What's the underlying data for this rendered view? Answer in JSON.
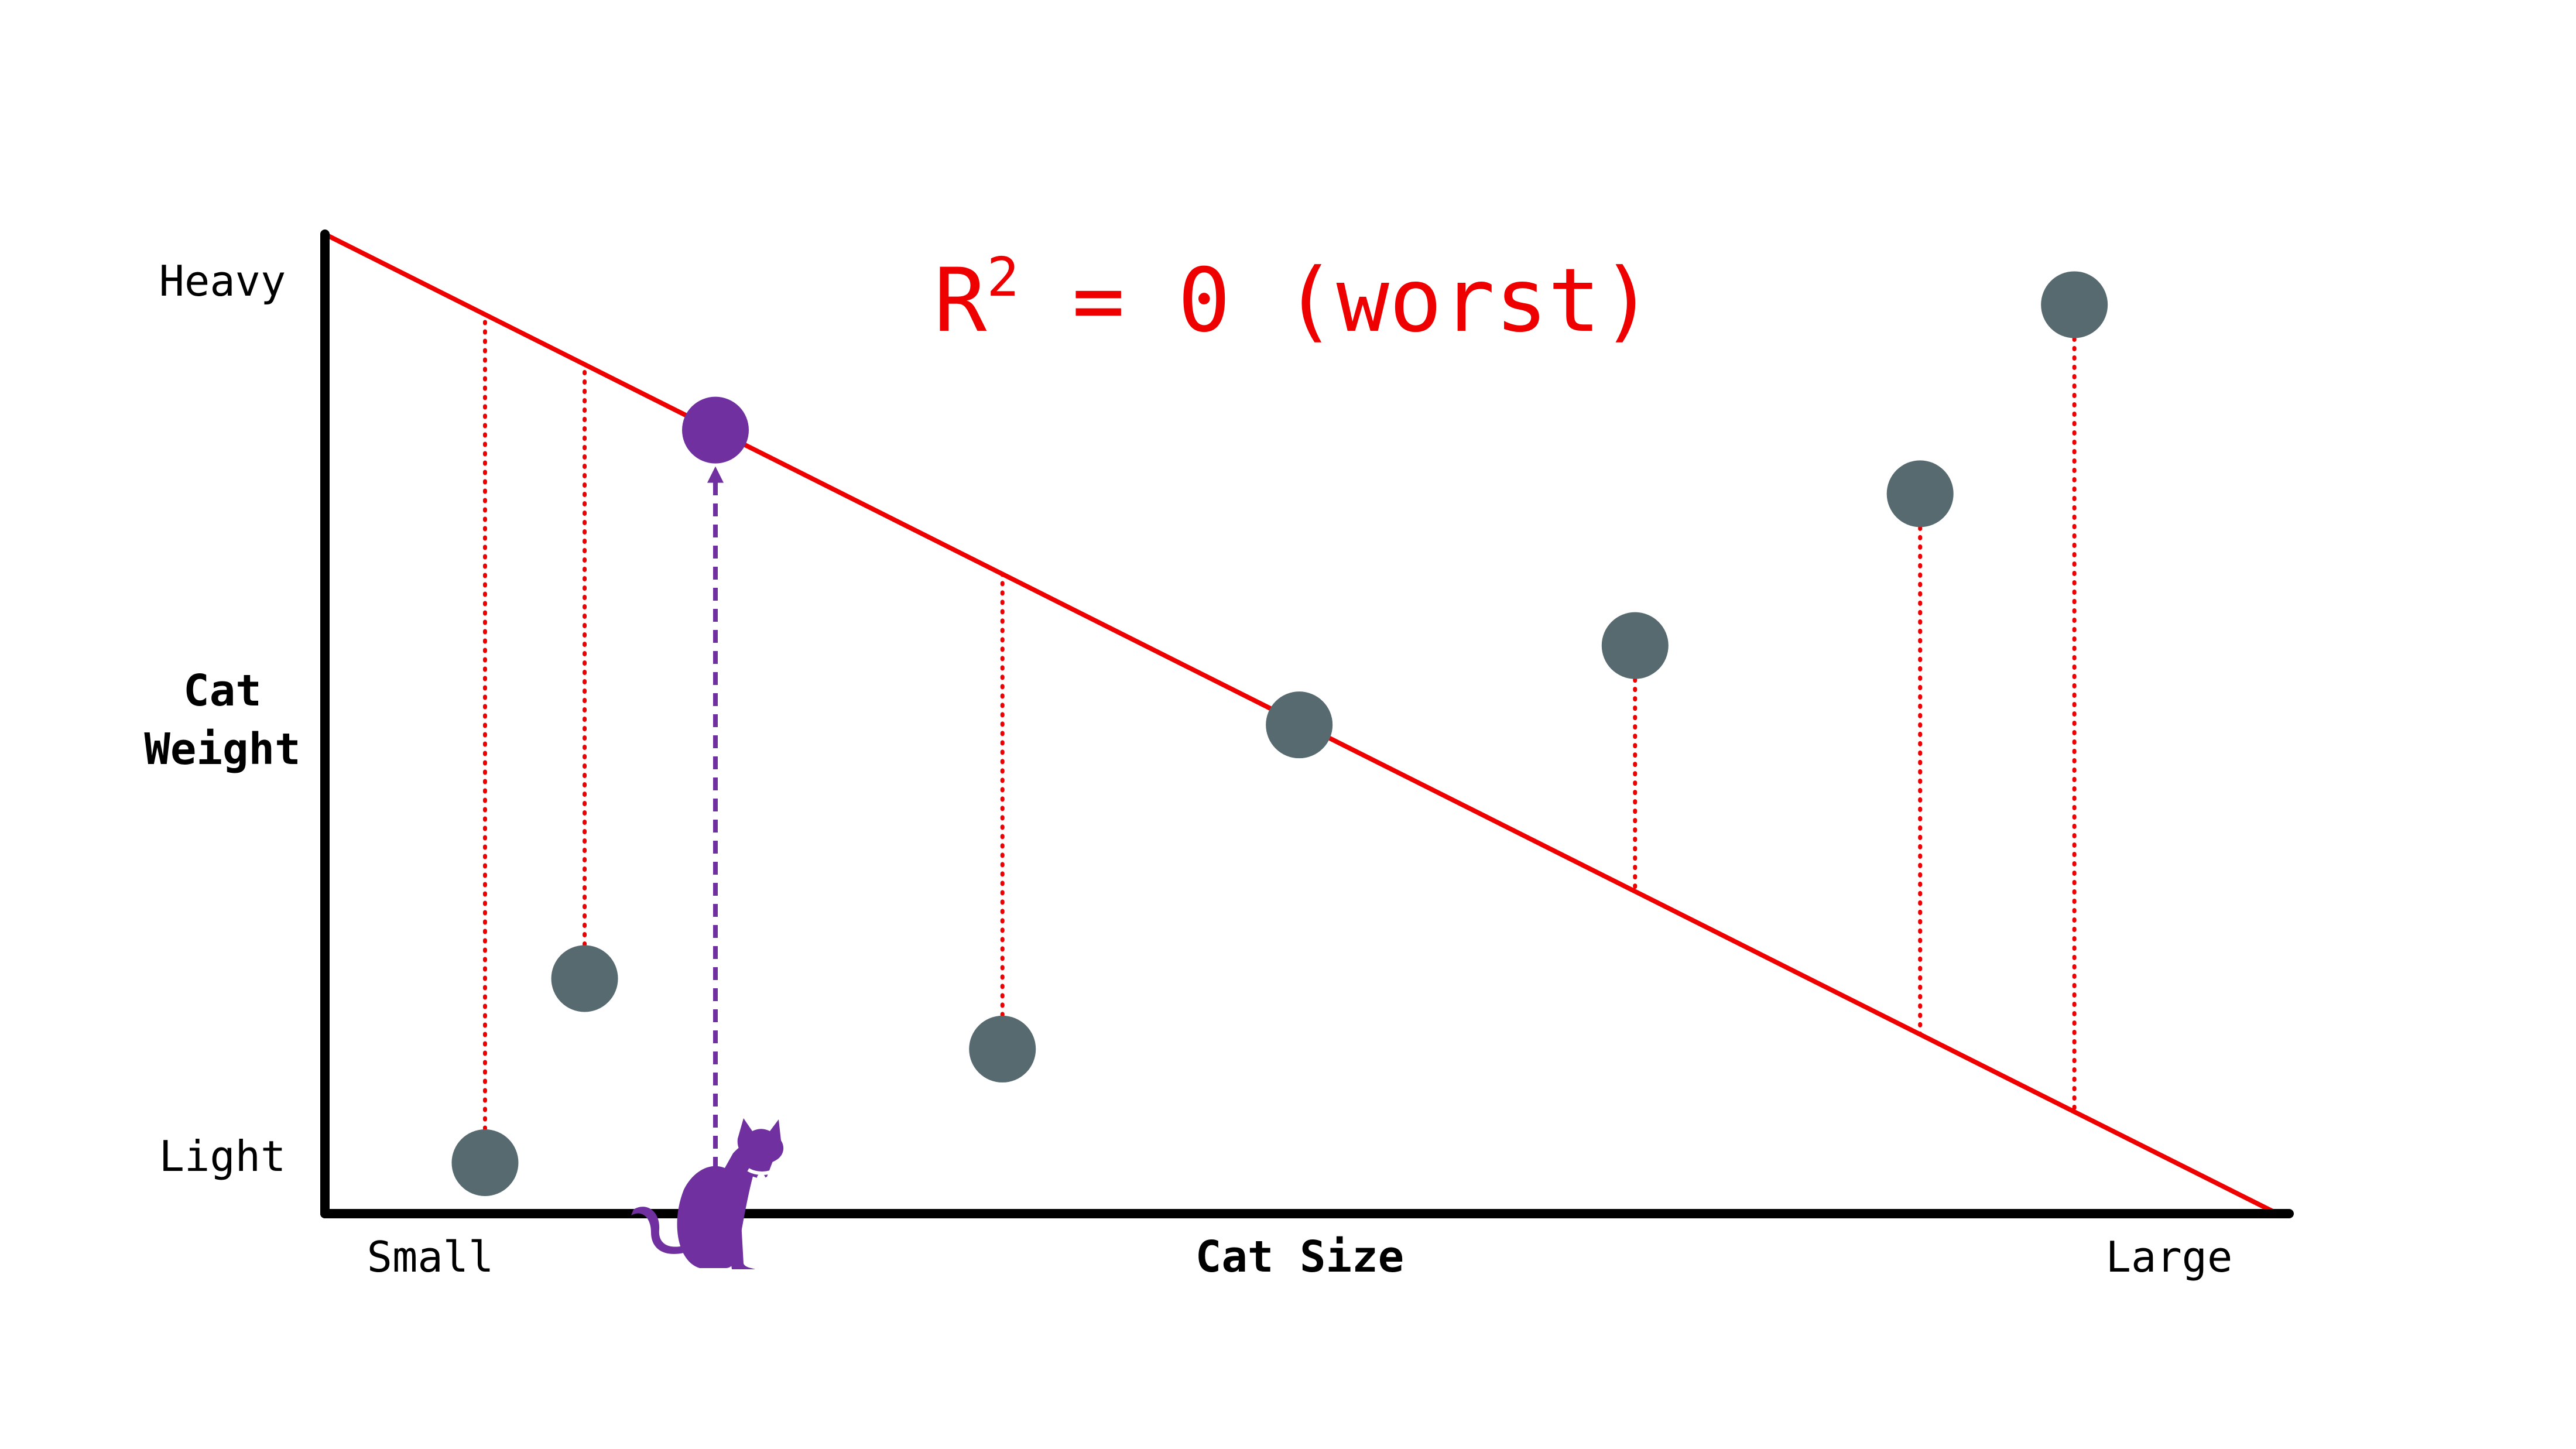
{
  "chart_data": {
    "type": "scatter",
    "title": "R",
    "title_superscript": "2",
    "title_suffix": " = 0 (worst)",
    "xlabel": "Cat Size",
    "ylabel_line1": "Cat",
    "ylabel_line2": "Weight",
    "x_tick_labels": {
      "min": "Small",
      "max": "Large"
    },
    "y_tick_labels": {
      "min": "Light",
      "max": "Heavy"
    },
    "xlim": [
      0,
      1
    ],
    "ylim": [
      0,
      1
    ],
    "fit_line": {
      "x": [
        0,
        1
      ],
      "y": [
        1.0,
        0.0
      ],
      "color": "#ee0000"
    },
    "points": [
      {
        "x": 0.082,
        "y": 0.052
      },
      {
        "x": 0.133,
        "y": 0.24
      },
      {
        "x": 0.347,
        "y": 0.168
      },
      {
        "x": 0.499,
        "y": 0.499
      },
      {
        "x": 0.671,
        "y": 0.58
      },
      {
        "x": 0.817,
        "y": 0.735
      },
      {
        "x": 0.896,
        "y": 0.928
      }
    ],
    "highlight_point": {
      "x": 0.2,
      "y": 0.8
    },
    "colors": {
      "point": "#566a70",
      "highlight": "#7030a0",
      "residual": "#ee0000",
      "axis": "#000000",
      "title": "#ee0000"
    },
    "icons": [
      "cat-icon"
    ],
    "grid": false
  }
}
